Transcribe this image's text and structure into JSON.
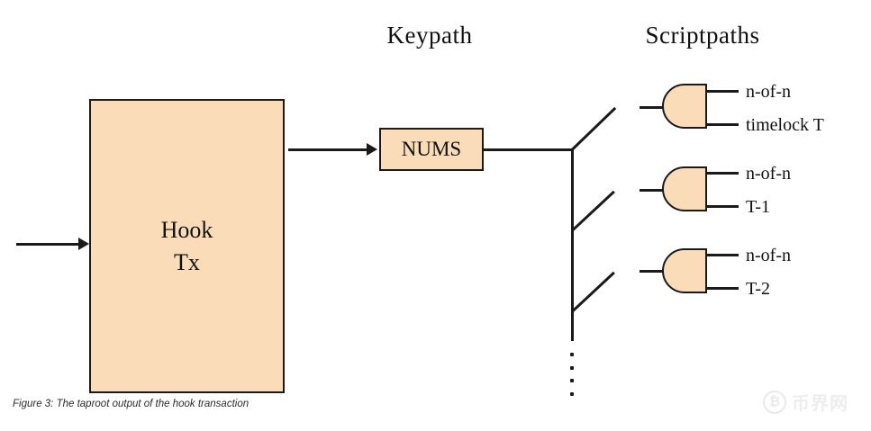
{
  "figure": {
    "caption": "Figure 3: The taproot output of the hook transaction",
    "headings": {
      "keypath": "Keypath",
      "scriptpaths": "Scriptpaths"
    },
    "colors": {
      "box_fill": "#fadcb9",
      "stroke": "#1a1a1a",
      "background": "#ffffff",
      "watermark": "#c4c4c4"
    }
  },
  "nodes": {
    "hook_tx": {
      "line1": "Hook",
      "line2": "Tx"
    },
    "nums": {
      "label": "NUMS"
    }
  },
  "scriptpaths": [
    {
      "gate": "and-gate",
      "conditions": [
        "n-of-n",
        "timelock T"
      ]
    },
    {
      "gate": "and-gate",
      "conditions": [
        "n-of-n",
        "T-1"
      ]
    },
    {
      "gate": "and-gate",
      "conditions": [
        "n-of-n",
        "T-2"
      ]
    }
  ],
  "continuation": {
    "symbol": "vertical-ellipsis",
    "dot_count": 4
  },
  "watermark": {
    "badge": "₿",
    "text": "币界网"
  }
}
